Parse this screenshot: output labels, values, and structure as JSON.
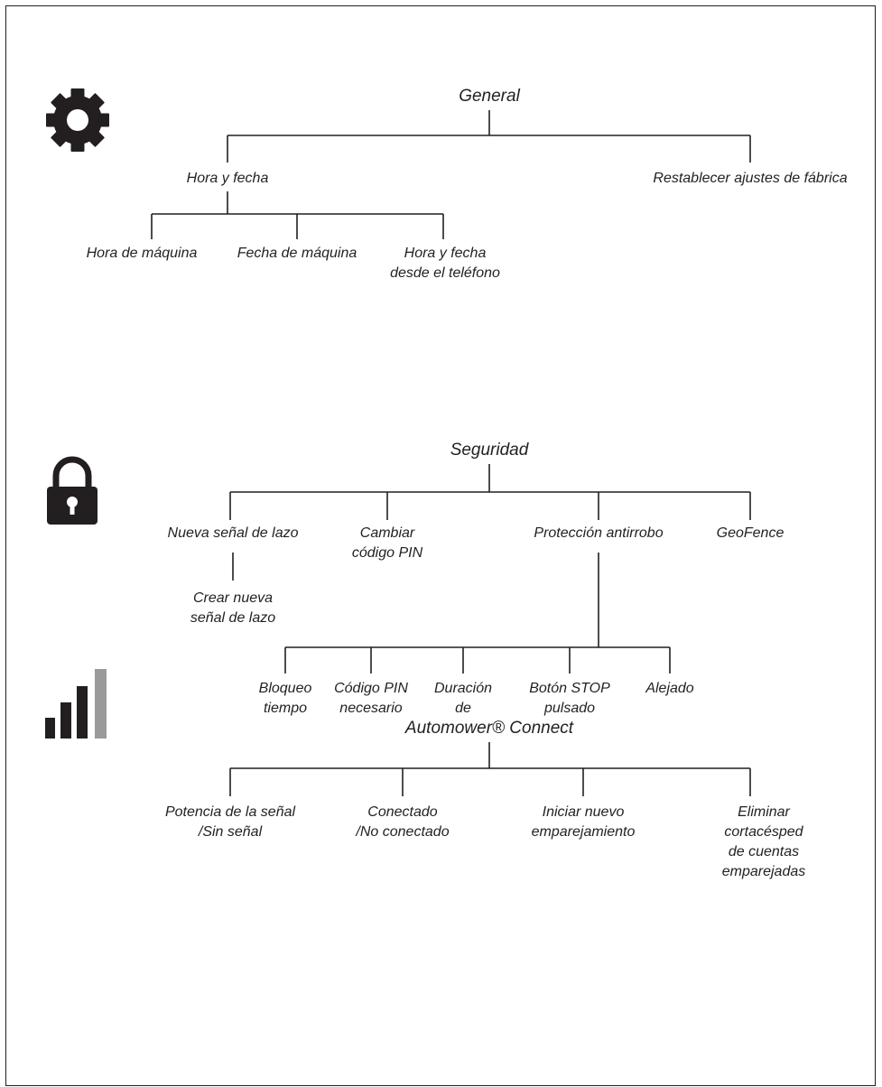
{
  "colors": {
    "ink": "#231f20",
    "signal_off": "#9a9a9a"
  },
  "sections": {
    "general": {
      "icon": "gear-icon",
      "title": "General",
      "hora_fecha": "Hora y fecha",
      "restablecer": "Restablecer ajustes de fábrica",
      "hora_maquina": "Hora de máquina",
      "fecha_maquina": "Fecha de máquina",
      "hora_fecha_telefono": "Hora y fecha\ndesde el teléfono"
    },
    "seguridad": {
      "icon": "padlock-icon",
      "title": "Seguridad",
      "nueva_senal": "Nueva señal de lazo",
      "cambiar_pin": "Cambiar\ncódigo PIN",
      "proteccion": "Protección antirrobo",
      "geofence": "GeoFence",
      "crear_senal": "Crear nueva\nseñal de lazo",
      "bloqueo": "Bloqueo\ntiempo",
      "codigo_pin": "Código PIN\nnecesario",
      "duracion": "Duración\nde",
      "boton_stop": "Botón STOP\npulsado",
      "alejado": "Alejado"
    },
    "connect": {
      "icon": "signal-strength-icon",
      "title": "Automower® Connect",
      "potencia": "Potencia de la señal\n/Sin señal",
      "conectado": "Conectado\n/No conectado",
      "emparejamiento": "Iniciar nuevo\nemparejamiento",
      "eliminar": "Eliminar cortacésped\nde cuentas emparejadas"
    }
  }
}
